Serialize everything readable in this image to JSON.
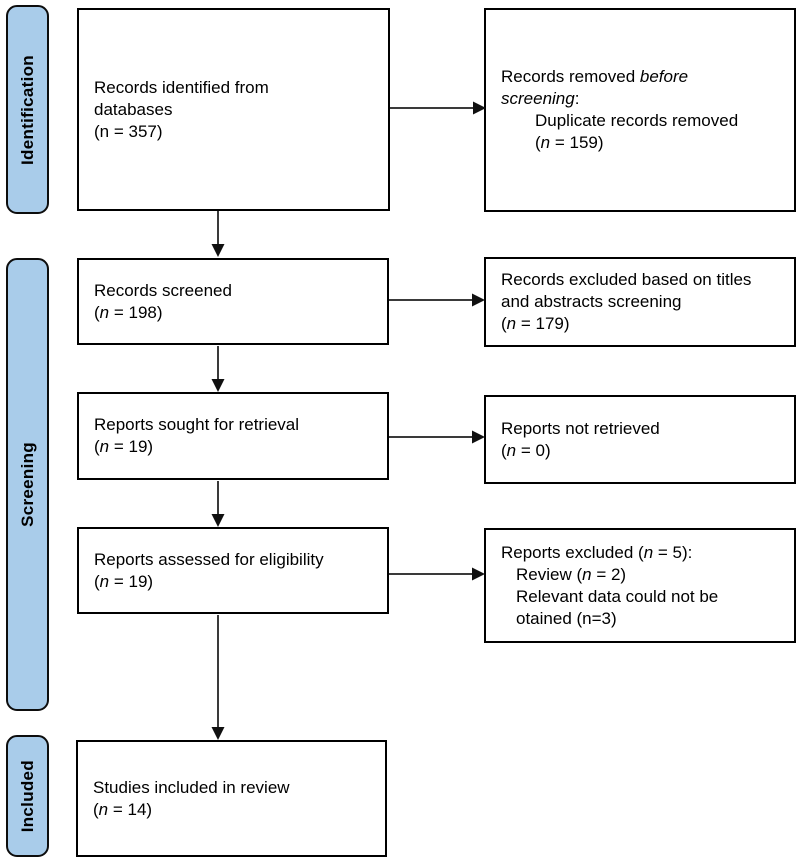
{
  "figure": {
    "kind": "PRISMA flow diagram"
  },
  "colors": {
    "stage_fill": "#A9CCEA",
    "stage_border": "#0d0d0d",
    "box_border": "#000000",
    "arrow_line": "#3a3a3a",
    "arrow_head": "#101010",
    "text": "#000000",
    "background": "#ffffff"
  },
  "stages": [
    {
      "id": "identification",
      "label": "Identification"
    },
    {
      "id": "screening",
      "label": "Screening"
    },
    {
      "id": "included",
      "label": "Included"
    }
  ],
  "main_boxes": [
    {
      "id": "records-identified",
      "lines": [
        {
          "seg": [
            {
              "t": "Records identified from"
            }
          ]
        },
        {
          "seg": [
            {
              "t": "databases"
            }
          ]
        },
        {
          "seg": [
            {
              "t": "(n = 357)"
            }
          ]
        }
      ]
    },
    {
      "id": "records-screened",
      "lines": [
        {
          "seg": [
            {
              "t": "Records screened"
            }
          ]
        },
        {
          "seg": [
            {
              "t": "("
            },
            {
              "t": "n",
              "i": true
            },
            {
              "t": " = 198)"
            }
          ]
        }
      ]
    },
    {
      "id": "reports-sought",
      "lines": [
        {
          "seg": [
            {
              "t": "Reports sought for retrieval"
            }
          ]
        },
        {
          "seg": [
            {
              "t": "("
            },
            {
              "t": "n",
              "i": true
            },
            {
              "t": " = 19)"
            }
          ]
        }
      ]
    },
    {
      "id": "reports-assessed",
      "lines": [
        {
          "seg": [
            {
              "t": "Reports assessed for eligibility"
            }
          ]
        },
        {
          "seg": [
            {
              "t": "("
            },
            {
              "t": "n",
              "i": true
            },
            {
              "t": " = 19)"
            }
          ]
        }
      ]
    },
    {
      "id": "studies-included",
      "lines": [
        {
          "seg": [
            {
              "t": "Studies included in review"
            }
          ]
        },
        {
          "seg": [
            {
              "t": "("
            },
            {
              "t": "n",
              "i": true
            },
            {
              "t": " = 14)"
            }
          ]
        }
      ]
    }
  ],
  "side_boxes": [
    {
      "id": "records-removed-before-screening",
      "lines": [
        {
          "seg": [
            {
              "t": "Records removed "
            },
            {
              "t": "before",
              "i": true
            }
          ]
        },
        {
          "seg": [
            {
              "t": "screening",
              "i": true
            },
            {
              "t": ":"
            }
          ]
        },
        {
          "indent": 1,
          "seg": [
            {
              "t": "Duplicate records removed"
            }
          ]
        },
        {
          "indent": 1,
          "seg": [
            {
              "t": "("
            },
            {
              "t": "n",
              "i": true
            },
            {
              "t": " = 159)"
            }
          ]
        }
      ]
    },
    {
      "id": "records-excluded-titles-abstracts",
      "lines": [
        {
          "seg": [
            {
              "t": "Records excluded based on titles"
            }
          ]
        },
        {
          "seg": [
            {
              "t": "and abstracts screening"
            }
          ]
        },
        {
          "seg": [
            {
              "t": "("
            },
            {
              "t": "n",
              "i": true
            },
            {
              "t": " = 179)"
            }
          ]
        }
      ]
    },
    {
      "id": "reports-not-retrieved",
      "lines": [
        {
          "seg": [
            {
              "t": "Reports not retrieved"
            }
          ]
        },
        {
          "seg": [
            {
              "t": "("
            },
            {
              "t": "n",
              "i": true
            },
            {
              "t": " = 0)"
            }
          ]
        }
      ]
    },
    {
      "id": "reports-excluded",
      "lines": [
        {
          "seg": [
            {
              "t": "Reports excluded ("
            },
            {
              "t": "n",
              "i": true
            },
            {
              "t": " = 5):"
            }
          ]
        },
        {
          "indent": 2,
          "seg": [
            {
              "t": "Review ("
            },
            {
              "t": "n",
              "i": true
            },
            {
              "t": " = 2)"
            }
          ]
        },
        {
          "indent": 2,
          "seg": [
            {
              "t": "Relevant data could not be"
            }
          ]
        },
        {
          "indent": 2,
          "seg": [
            {
              "t": "otained (n=3)"
            }
          ]
        }
      ]
    }
  ]
}
